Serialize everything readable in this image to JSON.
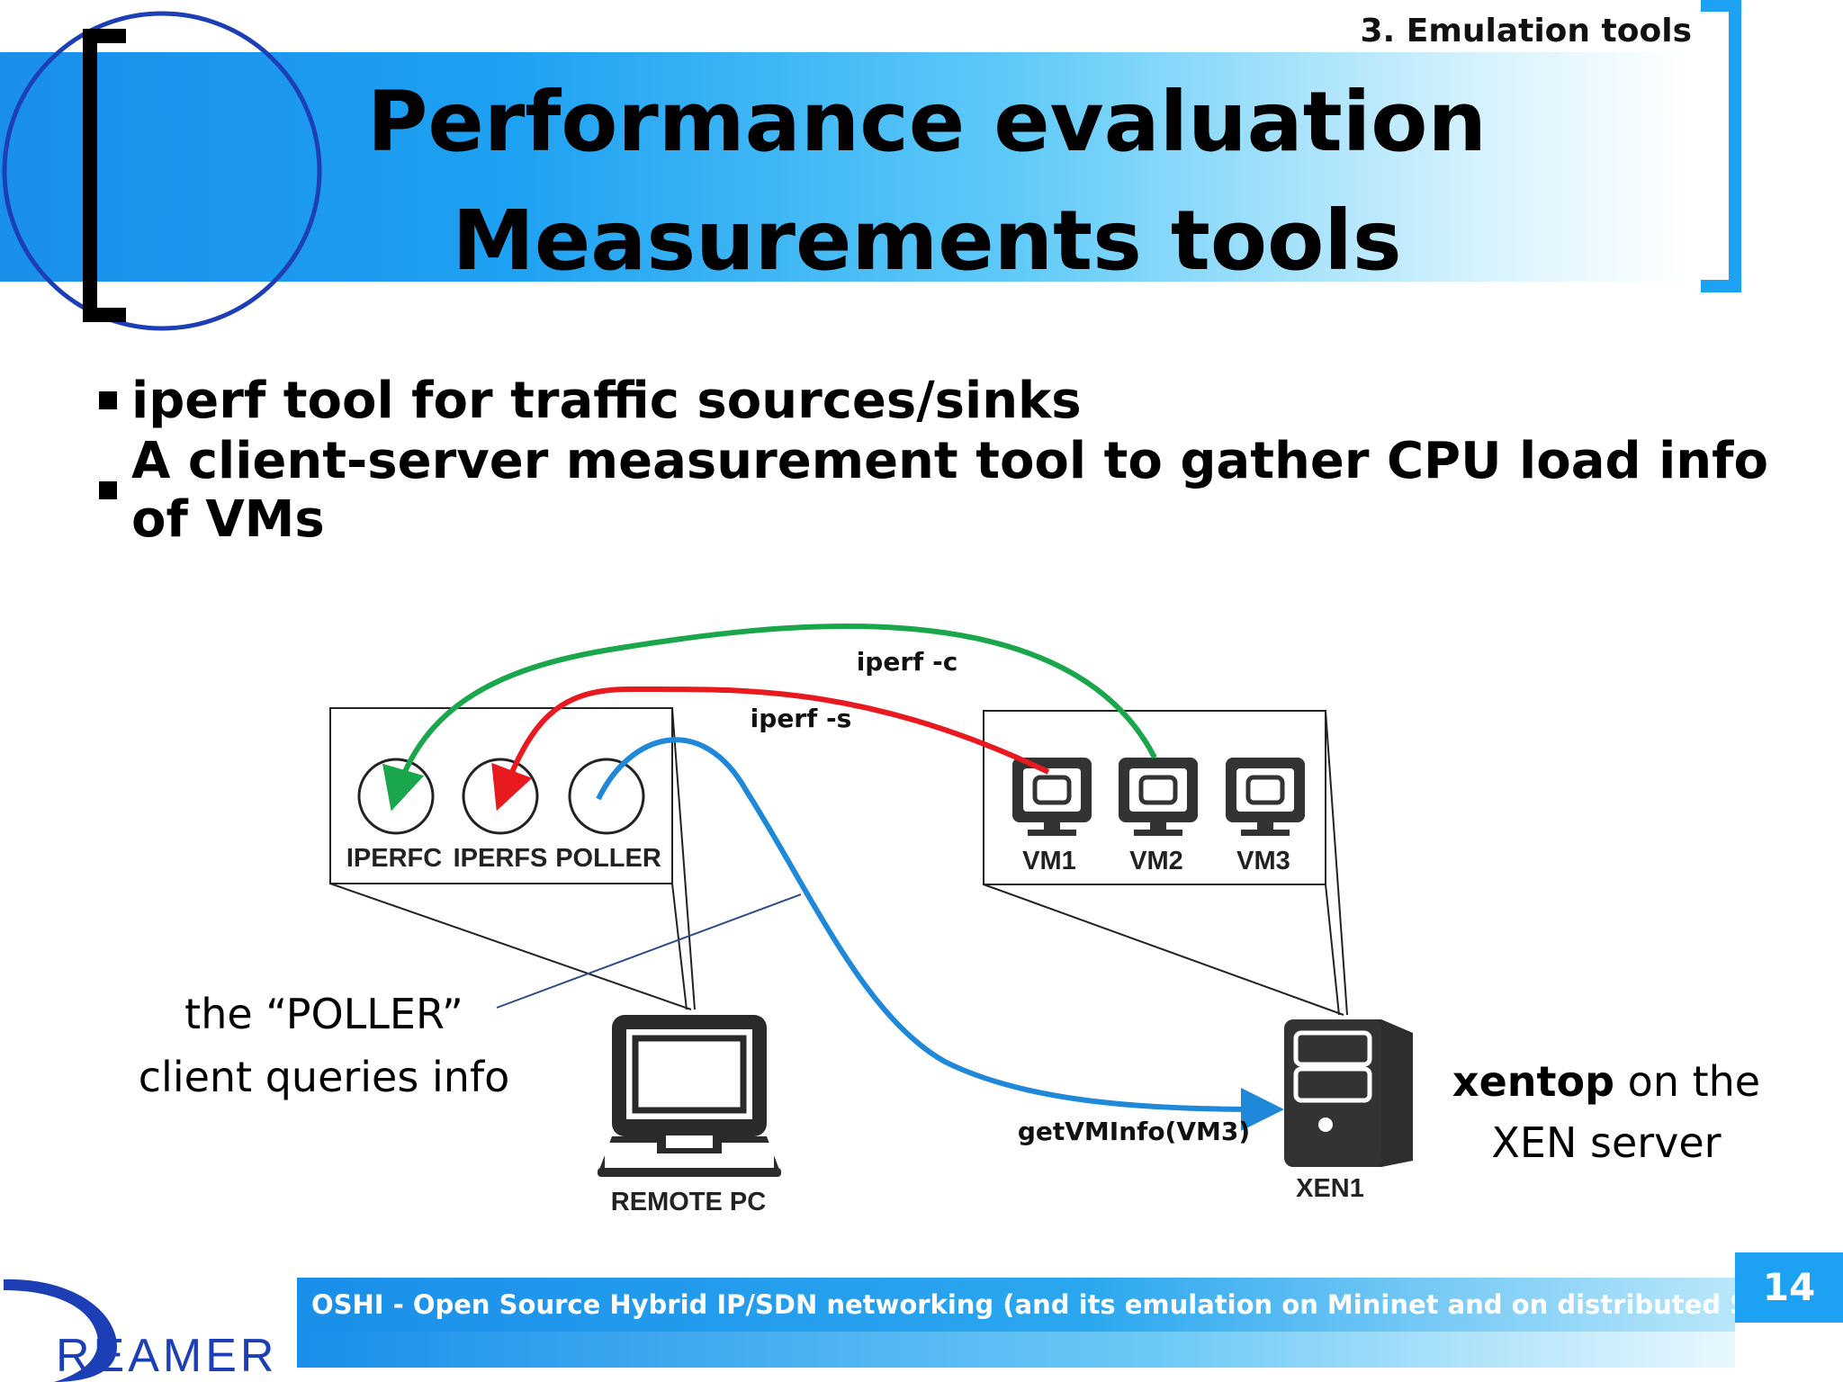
{
  "header": {
    "section": "3. Emulation tools",
    "title_line1": "Performance evaluation",
    "title_line2": "Measurements tools"
  },
  "bullets": [
    "iperf tool for traffic sources/sinks",
    "A client-server measurement tool to gather CPU load info of VMs"
  ],
  "diagram": {
    "client_nodes": [
      "IPERFC",
      "IPERFS",
      "POLLER"
    ],
    "vm_nodes": [
      "VM1",
      "VM2",
      "VM3"
    ],
    "remote_label": "REMOTE PC",
    "server_label": "XEN1",
    "arrow_labels": {
      "iperf_c": "iperf -c",
      "iperf_s": "iperf -s",
      "getvminfo": "getVMInfo(VM3)"
    },
    "colors": {
      "iperf_c": "#1aa64b",
      "iperf_s": "#e8191f",
      "getvminfo": "#1f88d8"
    }
  },
  "notes": {
    "poller_line1": "the “POLLER”",
    "poller_line2": "client queries info",
    "xen_bold": "xentop",
    "xen_rest": " on the",
    "xen_line2": "XEN server"
  },
  "footer": {
    "text": "OSHI - Open Source Hybrid IP/SDN networking (and its emulation on Mininet and on distributed SDN testbeds)",
    "page": "14",
    "logo_text": "REAMER"
  }
}
